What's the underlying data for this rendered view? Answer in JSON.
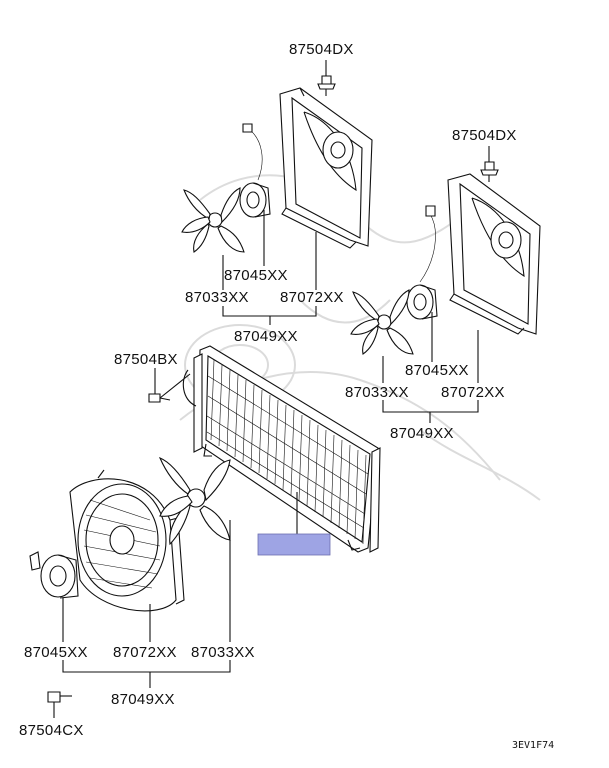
{
  "labels": {
    "bolt_top_center": "87504DX",
    "bolt_top_right": "87504DX",
    "bolt_left": "87504BX",
    "bolt_bottom_left": "87504CX",
    "motor_upper": "87045XX",
    "fan_upper": "87033XX",
    "shroud_upper": "87072XX",
    "assembly_upper": "87049XX",
    "motor_right": "87045XX",
    "fan_right": "87033XX",
    "shroud_right": "87072XX",
    "assembly_right": "87049XX",
    "motor_lower": "87045XX",
    "shroud_lower": "87072XX",
    "fan_lower": "87033XX",
    "assembly_lower": "87049XX"
  },
  "diagram_code": "3EV1F74",
  "colors": {
    "highlight": "#9ea4e4",
    "line": "#111111",
    "watermark": "#d8d8d8"
  }
}
